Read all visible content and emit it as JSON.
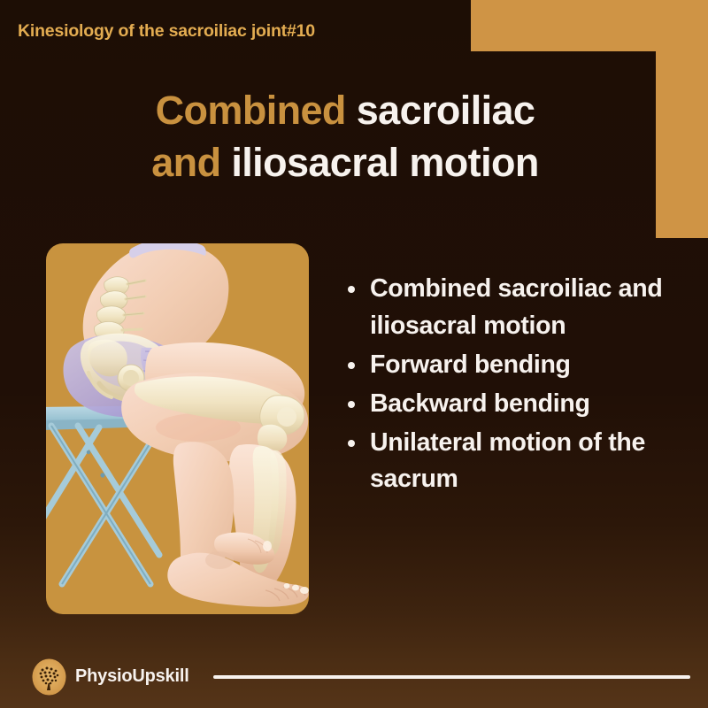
{
  "colors": {
    "background_dark": "#1d0e05",
    "background_bottom": "#553418",
    "gold": "#cf9445",
    "header_gold": "#e3ac51",
    "title_gold": "#c9913f",
    "white": "#f7f2ee",
    "panel_bg": "#c8933f",
    "skin": "#f3d3bb",
    "bone": "#f0e5c8",
    "purple": "#b3a8d8",
    "stool_blue": "#a8ccda"
  },
  "header": {
    "title": "Kinesiology of the sacroiliac joint#10"
  },
  "title": {
    "line1_gold": "Combined ",
    "line1_white": "sacroiliac",
    "line2_gold": "and ",
    "line2_white": "iliosacral motion"
  },
  "illustration": {
    "alt": "Seated person side view with cutaway showing lumbar spine, sacrum, pelvis, femur, tibia and fibula",
    "figure_name": "seated-anatomy-illustration"
  },
  "bullets": [
    {
      "text": "Combined sacroiliac and iliosacral motion"
    },
    {
      "text": "Forward bending"
    },
    {
      "text": "Backward bending"
    },
    {
      "text": "Unilateral motion of the sacrum"
    }
  ],
  "footer": {
    "brand": "PhysioUpskill",
    "logo_name": "physioupskill-logo-icon"
  }
}
